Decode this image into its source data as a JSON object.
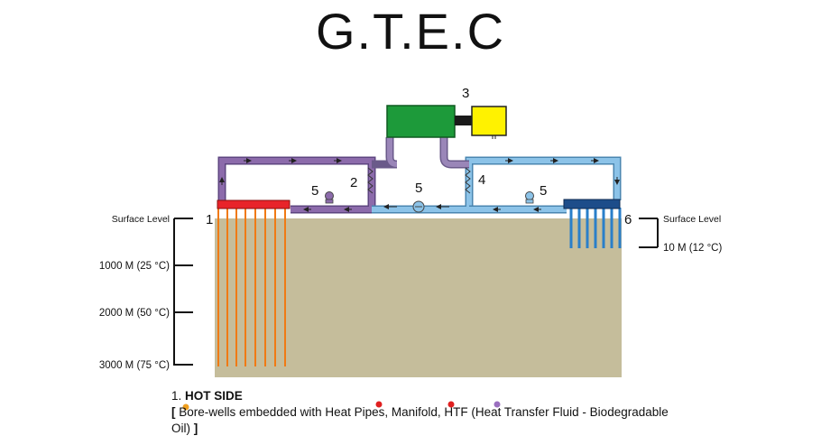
{
  "title": "G.T.E.C",
  "labels": {
    "n1": "1",
    "n2": "2",
    "n3": "3",
    "n4": "4",
    "n5a": "5",
    "n5b": "5",
    "n5c": "5",
    "n6": "6"
  },
  "left_scale": {
    "surface": "Surface Level",
    "d1000": "1000 M (25 °C)",
    "d2000": "2000 M (50 °C)",
    "d3000": "3000 M (75 °C)"
  },
  "right_scale": {
    "surface": "Surface Level",
    "d10": "10 M (12 °C)"
  },
  "caption": {
    "number": "1.",
    "heading": "HOT SIDE",
    "open_bracket": "[",
    "text": " Bore-wells embedded with Heat Pipes, Manifold, HTF (Heat Transfer Fluid - Biodegradable Oil) ",
    "close_bracket": "]"
  },
  "colors": {
    "ground": "#c5bd9b",
    "hot_pipe": "#f07a14",
    "hot_manifold": "#e8242a",
    "cold_pipe": "#2a7fc9",
    "cold_manifold": "#1d4d8a",
    "hot_loop": "#8c6bab",
    "cold_loop": "#8cc3e8",
    "turbine": "#1d9a3a",
    "generator": "#fff200",
    "marker_orange": "#f0a020",
    "marker_red": "#e02020",
    "marker_purple": "#9a6fbf"
  }
}
